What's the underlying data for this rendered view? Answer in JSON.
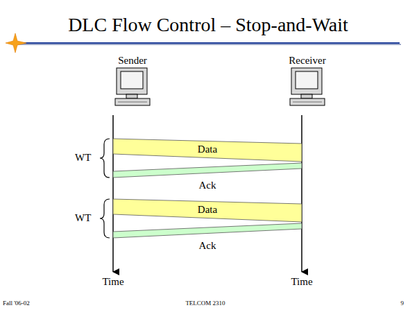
{
  "diagram": {
    "title": "DLC Flow Control – Stop-and-Wait",
    "nodes": [
      {
        "text": [
          "Data"
        ]
      },
      {
        "text": [
          "Ack"
        ]
      },
      {
        "text": [
          "Data"
        ]
      },
      {
        "text": [
          "Ack"
        ]
      }
    ],
    "labels": [
      "Sender",
      "Receiver",
      "WT",
      "WT",
      "Time",
      "Time",
      "Fall '06-02",
      "TELCOM 2310",
      "9"
    ]
  }
}
